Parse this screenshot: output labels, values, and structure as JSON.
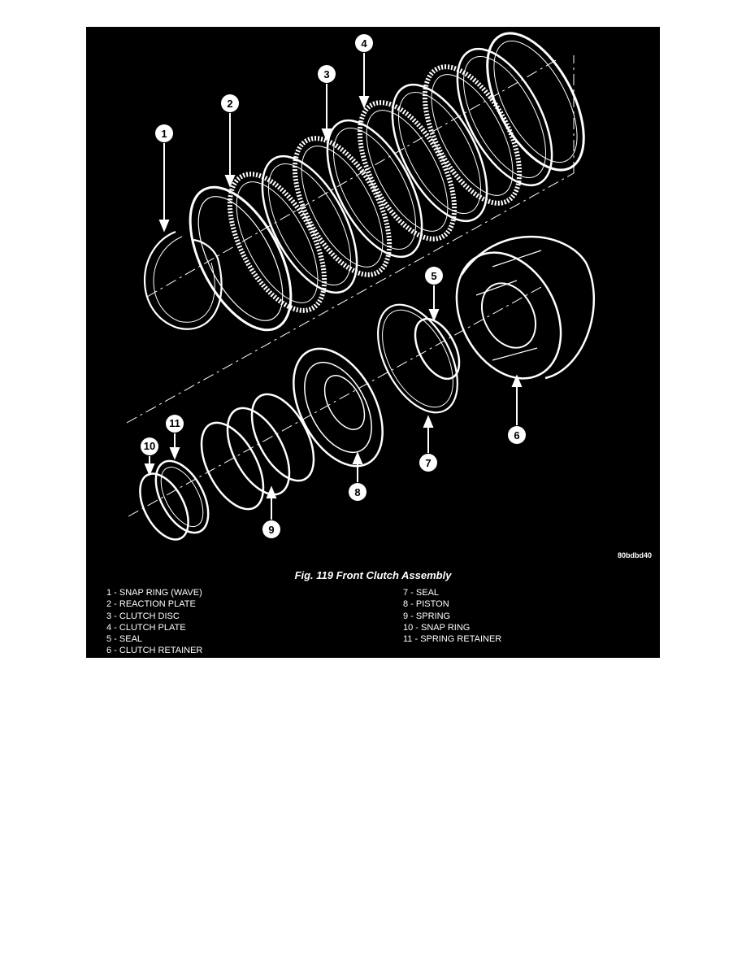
{
  "figure": {
    "caption": "Fig. 119 Front Clutch Assembly",
    "image_code": "80bdbd40",
    "background": "#000000",
    "line_color": "#ffffff"
  },
  "callouts": [
    "1",
    "2",
    "3",
    "4",
    "5",
    "6",
    "7",
    "8",
    "9",
    "10",
    "11"
  ],
  "legend": {
    "left": [
      "1 - SNAP RING (WAVE)",
      "2 - REACTION PLATE",
      "3 - CLUTCH DISC",
      "4 - CLUTCH PLATE",
      "5 - SEAL",
      "6 - CLUTCH RETAINER"
    ],
    "right": [
      "7 - SEAL",
      "8 - PISTON",
      "9 - SPRING",
      "10 - SNAP RING",
      "11 - SPRING RETAINER"
    ]
  }
}
